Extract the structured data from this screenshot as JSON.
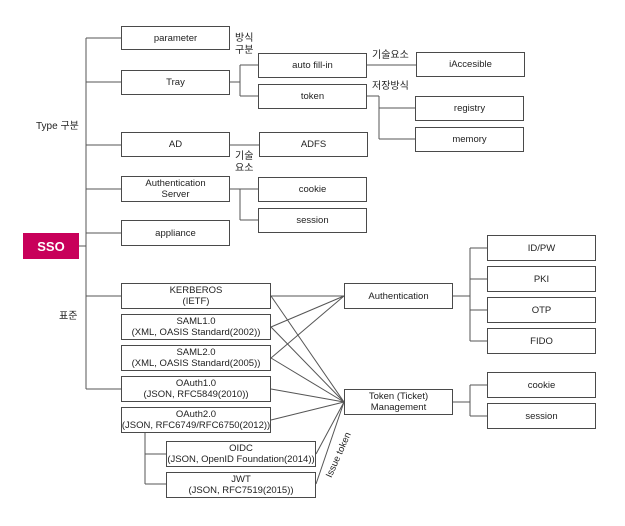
{
  "root": "SSO",
  "labels": {
    "type_group": "Type 구분",
    "standard_group": "표준",
    "method_line1": "방식",
    "method_line2": "구분",
    "tech_elements_1": "기술요소",
    "storage_method": "저장방식",
    "tech_elements_2_line1": "기술",
    "tech_elements_2_line2": "요소",
    "issue_token": "Issue token"
  },
  "nodes": {
    "parameter": "parameter",
    "tray": "Tray",
    "auto_fill_in": "auto fill-in",
    "token": "token",
    "iaccessible": "iAccesible",
    "registry": "registry",
    "memory": "memory",
    "ad": "AD",
    "adfs": "ADFS",
    "auth_server_line1": "Authentication",
    "auth_server_line2": "Server",
    "cookie_top": "cookie",
    "session_top": "session",
    "appliance": "appliance",
    "kerberos_line1": "KERBEROS",
    "kerberos_line2": "(IETF)",
    "saml1_line1": "SAML1.0",
    "saml1_line2": "(XML, OASIS Standard(2002))",
    "saml2_line1": "SAML2.0",
    "saml2_line2": "(XML, OASIS Standard(2005))",
    "oauth1_line1": "OAuth1.0",
    "oauth1_line2": "(JSON, RFC5849(2010))",
    "oauth2_line1": "OAuth2.0",
    "oauth2_line2": "(JSON, RFC6749/RFC6750(2012))",
    "oidc_line1": "OIDC",
    "oidc_line2": "(JSON, OpenID Foundation(2014))",
    "jwt_line1": "JWT",
    "jwt_line2": "(JSON, RFC7519(2015))",
    "authentication": "Authentication",
    "token_mgmt_line1": "Token (Ticket)",
    "token_mgmt_line2": "Management",
    "id_pw": "ID/PW",
    "pki": "PKI",
    "otp": "OTP",
    "fido": "FIDO",
    "cookie_bottom": "cookie",
    "session_bottom": "session"
  },
  "colors": {
    "root_fill": "#c8005a",
    "line": "#555555",
    "box_border": "#4a4a4a"
  }
}
